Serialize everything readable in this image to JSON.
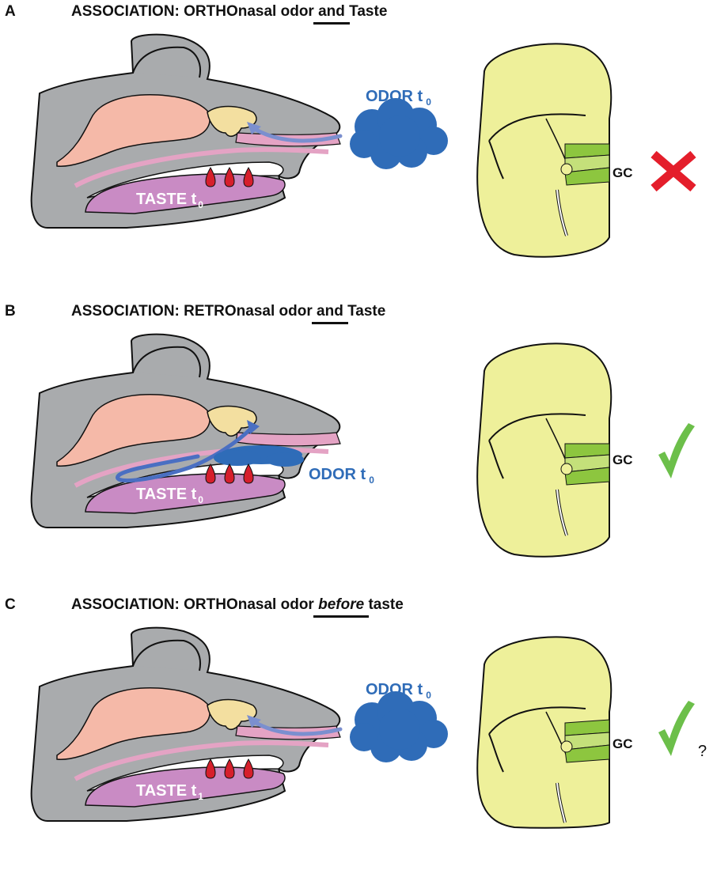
{
  "panels": [
    {
      "letter": "A",
      "title_pre": "ASSOCIATION: ORTHOnasal odor ",
      "title_em": "and",
      "title_post": " Taste",
      "em_italic": false,
      "odor_label": "ODOR t",
      "odor_sub": "0",
      "taste_label": "TASTE t",
      "taste_sub": "0",
      "gc_label": "GC",
      "result": "cross",
      "question": ""
    },
    {
      "letter": "B",
      "title_pre": "ASSOCIATION: RETROnasal odor ",
      "title_em": "and",
      "title_post": " Taste",
      "em_italic": false,
      "odor_label": "ODOR t",
      "odor_sub": "0",
      "taste_label": "TASTE t",
      "taste_sub": "0",
      "gc_label": "GC",
      "result": "check",
      "question": ""
    },
    {
      "letter": "C",
      "title_pre": "ASSOCIATION: ORTHOnasal odor ",
      "title_em": "before",
      "title_post": " taste",
      "em_italic": true,
      "odor_label": "ODOR t",
      "odor_sub": "0",
      "taste_label": "TASTE t",
      "taste_sub": "1",
      "gc_label": "GC",
      "result": "check",
      "question": "?"
    }
  ],
  "colors": {
    "head_gray": "#a9abad",
    "brain_pink": "#f5b9a8",
    "bulb_yellow": "#f3dfa0",
    "tongue_purple": "#c98bc4",
    "pink_line": "#e4a3c4",
    "odor_blue": "#2f6cb8",
    "drop_red": "#d61f2c",
    "brain_section": "#eef09a",
    "gc_green_dark": "#8dc63f",
    "gc_green_light": "#c4e07a",
    "cross_red": "#e41e2b",
    "check_green": "#6cbf4a"
  }
}
